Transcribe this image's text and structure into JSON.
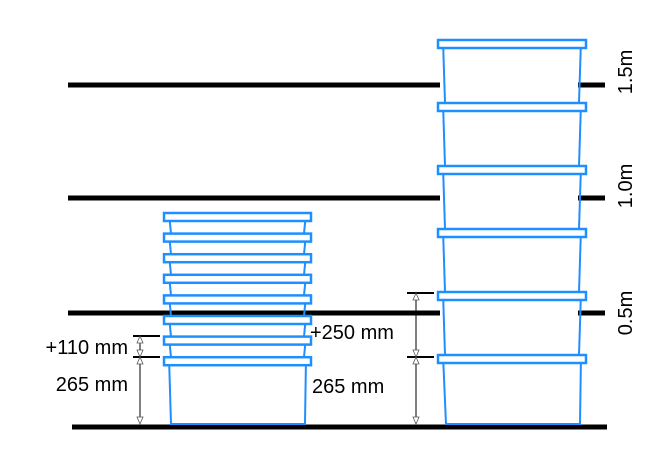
{
  "height_labels": [
    "1.5m",
    "1.0m",
    "0.5m"
  ],
  "left_stack": {
    "crate_count": 8,
    "increment_label": "+110 mm",
    "base_label": "265 mm"
  },
  "right_stack": {
    "crate_count": 6,
    "increment_label": "+250 mm",
    "base_label": "265 mm"
  },
  "colors": {
    "crate": "#1E8FFF",
    "line": "#000000"
  }
}
